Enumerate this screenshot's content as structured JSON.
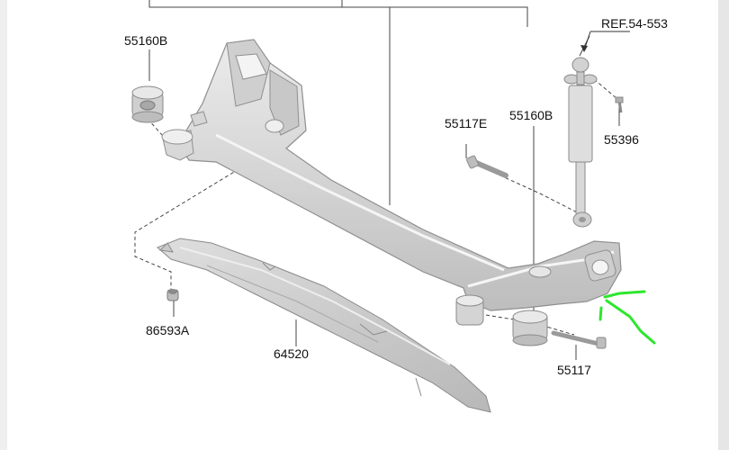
{
  "labels": {
    "ref": "REF.54-553",
    "p55160b_top": "55160B",
    "p55160b_right": "55160B",
    "p55117e": "55117E",
    "p55396": "55396",
    "p86593a": "86593A",
    "p64520": "64520",
    "p55117": "55117"
  },
  "colors": {
    "part_fill": "#d9d9d9",
    "part_edge": "#9a9a9a",
    "line": "#333333",
    "annotation_marker": "#2ee62e"
  }
}
